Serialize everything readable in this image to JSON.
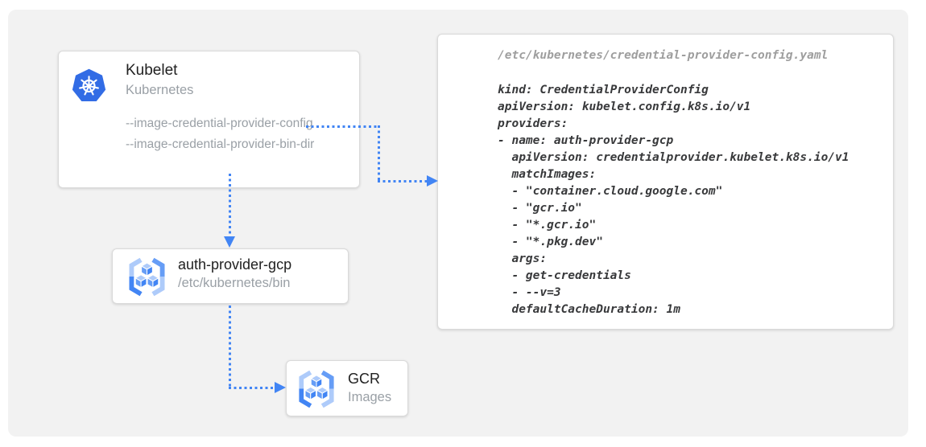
{
  "colors": {
    "canvas_bg": "#f2f2f2",
    "accent_blue": "#4285F4",
    "k8s_blue": "#326CE5",
    "icon_light_blue": "#AECBFA",
    "icon_mid_blue": "#669DF6",
    "title_text": "#212121",
    "muted_text": "#9AA0A6",
    "code_text": "#38393B",
    "code_header_text": "#9E9E9E"
  },
  "kubelet_card": {
    "title": "Kubelet",
    "subtitle": "Kubernetes",
    "flags": [
      "--image-credential-provider-config",
      "--image-credential-provider-bin-dir"
    ]
  },
  "auth_provider_card": {
    "title": "auth-provider-gcp",
    "subtitle": "/etc/kubernetes/bin"
  },
  "gcr_card": {
    "title": "GCR",
    "subtitle": "Images"
  },
  "config_card": {
    "file_path": "/etc/kubernetes/credential-provider-config.yaml",
    "yaml": "kind: CredentialProviderConfig\napiVersion: kubelet.config.k8s.io/v1\nproviders:\n- name: auth-provider-gcp\n  apiVersion: credentialprovider.kubelet.k8s.io/v1\n  matchImages:\n  - \"container.cloud.google.com\"\n  - \"gcr.io\"\n  - \"*.gcr.io\"\n  - \"*.pkg.dev\"\n  args:\n  - get-credentials\n  - --v=3\n  defaultCacheDuration: 1m"
  }
}
